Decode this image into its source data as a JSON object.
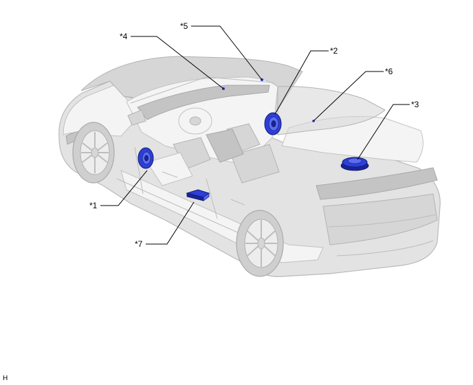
{
  "callouts": {
    "c1": "*1",
    "c2": "*2",
    "c3": "*3",
    "c4": "*4",
    "c5": "*5",
    "c6": "*6",
    "c7": "*7"
  },
  "footer": {
    "code": "H"
  },
  "colors": {
    "component_highlight": "#2d3fd6",
    "vehicle_body": "#e3e3e3",
    "leader_line": "#000000"
  }
}
